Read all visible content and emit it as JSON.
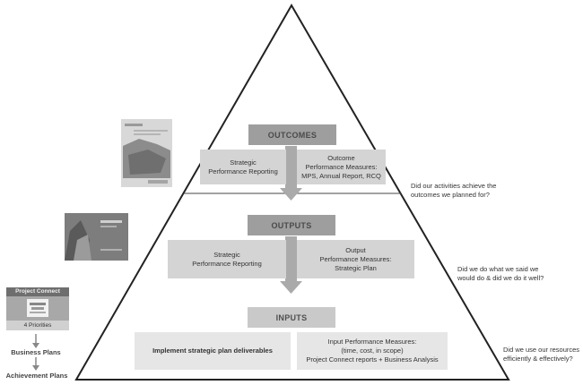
{
  "outcomes": {
    "title": "OUTCOMES",
    "left_line1": "Strategic",
    "left_line2": "Performance Reporting",
    "right_line1": "Outcome",
    "right_line2": "Performance Measures:",
    "right_line3": "MPS, Annual Report, RCQ",
    "question_line1": "Did our activities achieve the",
    "question_line2": "outcomes we planned for?"
  },
  "outputs": {
    "title": "OUTPUTS",
    "left_line1": "Strategic",
    "left_line2": "Performance Reporting",
    "right_line1": "Output",
    "right_line2": "Performance Measures:",
    "right_line3": "Strategic Plan",
    "question_line1": "Did we do what we said we",
    "question_line2": "would do & did we do it well?"
  },
  "inputs": {
    "title": "INPUTS",
    "left_text": "Implement strategic plan deliverables",
    "right_line1": "Input Performance Measures:",
    "right_line2": "(time, cost, in scope)",
    "right_line3": "Project Connect reports + Business Analysis",
    "question_line1": "Did we use our resources",
    "question_line2": "efficiently & effectively?"
  },
  "sidebar": {
    "project_connect": "Project Connect",
    "priorities": "4 Priorities",
    "business_plans": "Business Plans",
    "achievement_plans": "Achievement Plans"
  },
  "colors": {
    "band_dark": "#9e9e9e",
    "band_mid": "#c9c9c9",
    "box_fill": "#d4d4d4",
    "line": "#222222"
  }
}
